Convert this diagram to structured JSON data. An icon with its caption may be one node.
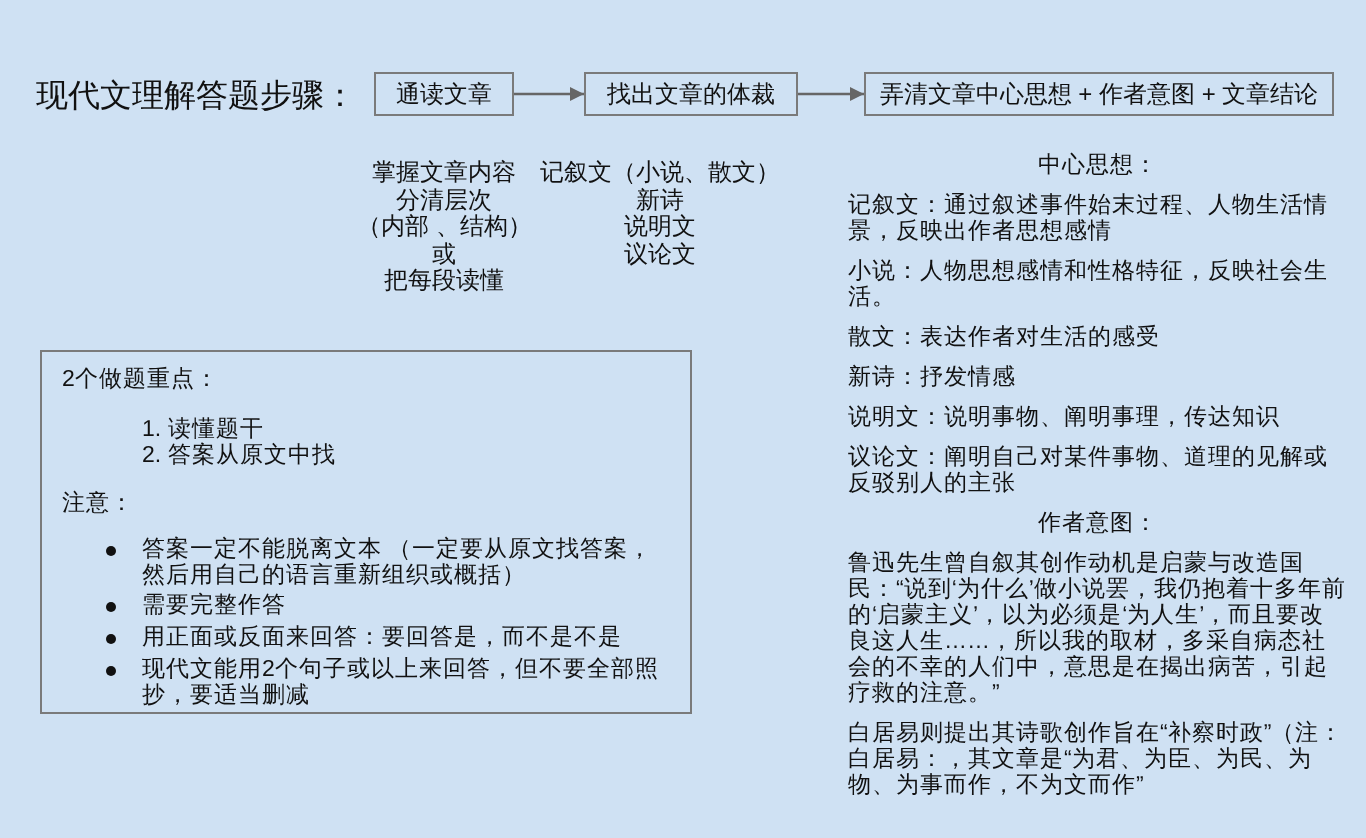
{
  "diagram": {
    "title": "现代文理解答题步骤：",
    "nodes": [
      {
        "text": [
          "通读文章"
        ],
        "beside": [
          "掌握文章内容",
          "分清层次",
          "（内部 、结构）",
          "或",
          "把每段读懂"
        ]
      },
      {
        "text": [
          "找出文章的体裁"
        ],
        "beside": [
          "记叙文（小说、散文）",
          "新诗",
          "说明文",
          "议论文"
        ]
      },
      {
        "text": [
          "弄清文章中心思想 + 作者意图 + 文章结论"
        ]
      },
      {
        "text": [
          "2个做题重点：",
          "1.  读懂题干",
          "2.  答案从原文中找",
          "注意：",
          "答案一定不能脱离文本 （一定要从原文找答案，然后用自己的语言重新组织或概括）",
          "需要完整作答",
          "用正面或反面来回答：要回答是，而不是不是",
          "现代文能用2个句子或以上来回答，但不要全部照抄，要适当删减"
        ]
      }
    ],
    "edges": [
      {
        "from": 0,
        "to": 1,
        "arrow": "to"
      },
      {
        "from": 1,
        "to": 2,
        "arrow": "to"
      }
    ],
    "labels": [
      "中心思想：",
      "记叙文：通过叙述事件始末过程、人物生活情景，反映出作者思想感情",
      "小说：人物思想感情和性格特征，反映社会生活。",
      "散文：表达作者对生活的感受",
      "新诗：抒发情感",
      "说明文：说明事物、阐明事理，传达知识",
      "议论文：阐明自己对某件事物、道理的见解或反驳别人的主张",
      "作者意图：",
      "鲁迅先生曾自叙其创作动机是启蒙与改造国民：“说到‘为什么’做小说罢，我仍抱着十多年前的‘启蒙主义’，以为必须是‘为人生’，而且要改良这人生……，所以我的取材，多采自病态社会的不幸的人们中，意思是在揭出病苦，引起疗救的注意。”",
      "白居易则提出其诗歌创作旨在“补察时政”（注：白居易：，其文章是“为君、为臣、为民、为物、为事而作，不为文而作”"
    ]
  }
}
